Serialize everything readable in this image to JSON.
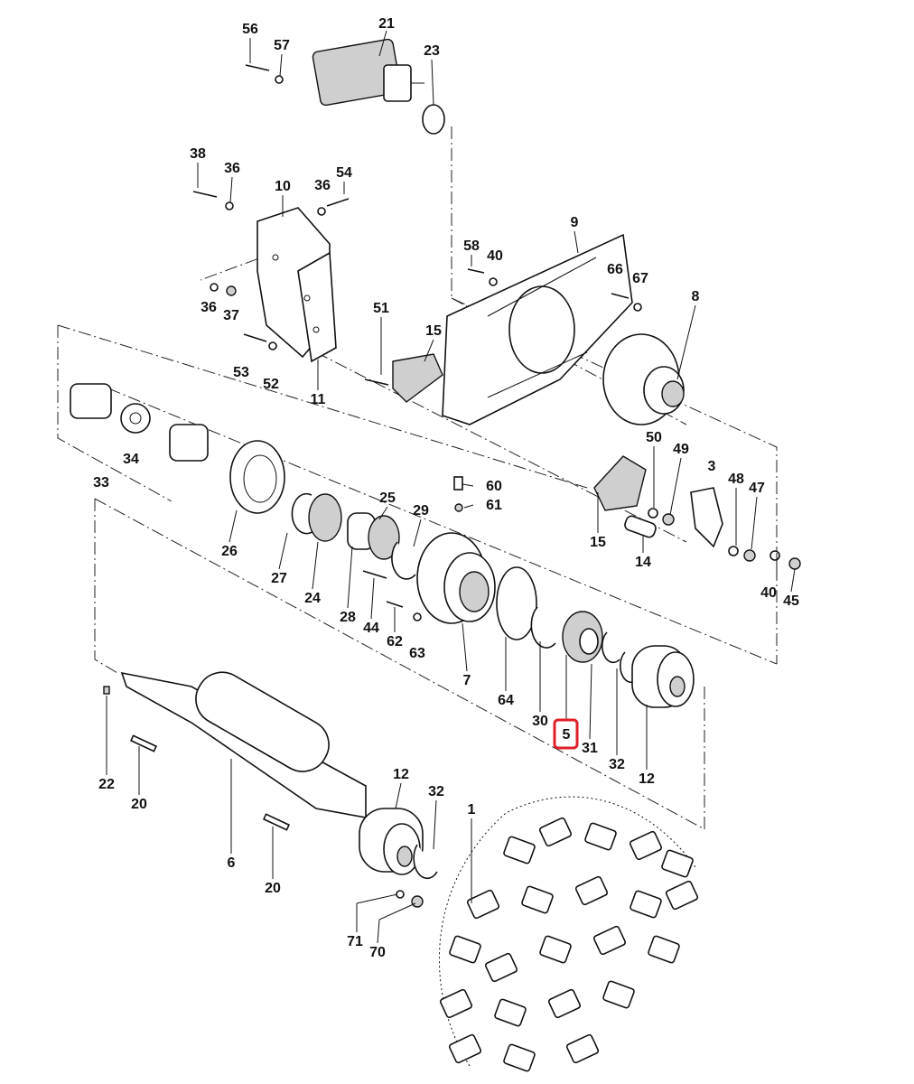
{
  "diagram": {
    "type": "exploded-parts-view",
    "highlight_color": "#e0202a",
    "highlighted_callout": "5",
    "callouts": [
      "56",
      "57",
      "21",
      "23",
      "38",
      "36",
      "10",
      "36",
      "54",
      "9",
      "58",
      "40",
      "66",
      "67",
      "8",
      "36",
      "37",
      "51",
      "15",
      "53",
      "52",
      "11",
      "34",
      "33",
      "50",
      "49",
      "3",
      "48",
      "47",
      "60",
      "61",
      "25",
      "29",
      "26",
      "27",
      "24",
      "28",
      "44",
      "15",
      "14",
      "40",
      "45",
      "62",
      "63",
      "7",
      "64",
      "30",
      "5",
      "31",
      "32",
      "12",
      "12",
      "32",
      "22",
      "20",
      "1",
      "6",
      "20",
      "71",
      "70"
    ]
  }
}
